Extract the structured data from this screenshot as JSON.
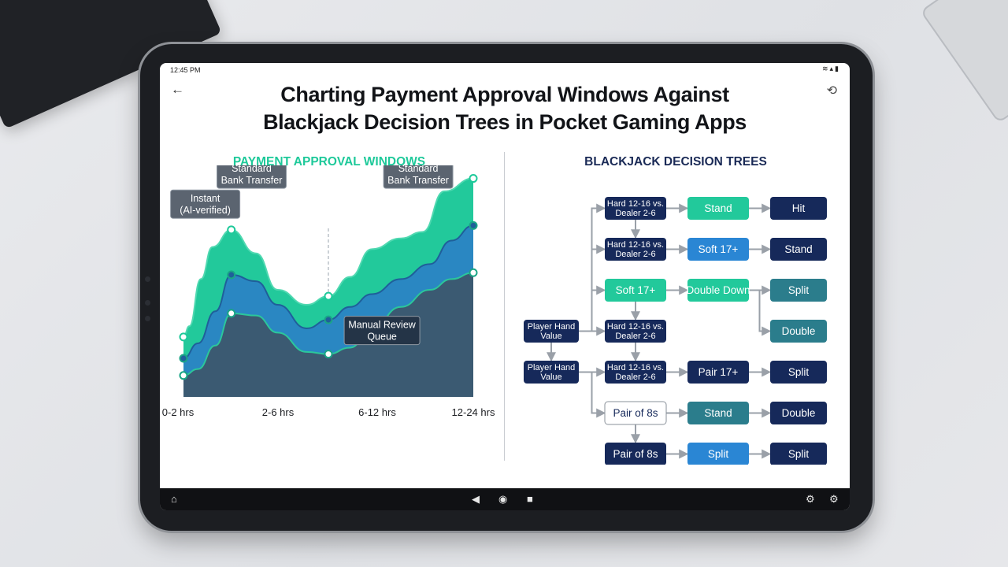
{
  "status_bar": {
    "time": "12:45 PM",
    "icons": [
      "wifi-icon",
      "signal-icon",
      "battery-icon"
    ]
  },
  "header": {
    "back_icon": "arrow-left-icon",
    "share_icon": "share-icon",
    "title_line1": "Charting Payment Approval Windows Against",
    "title_line2": "Blackjack Decision Trees in Pocket Gaming Apps"
  },
  "payment_section": {
    "title": "PAYMENT APPROVAL WINDOWS"
  },
  "blackjack_section": {
    "title": "BLACKJACK DECISION TREES"
  },
  "chart_data": {
    "type": "area",
    "title": "PAYMENT APPROVAL WINDOWS",
    "categories": [
      "0-2 hrs",
      "2-6 hrs",
      "6-12 hrs",
      "12-24 hrs"
    ],
    "x_positions": [
      0,
      1,
      2,
      3
    ],
    "series": [
      {
        "color": "#22c99b",
        "points": [
          [
            0,
            0.28
          ],
          [
            0.04,
            0.33
          ],
          [
            0.12,
            0.55
          ],
          [
            0.2,
            0.7
          ],
          [
            0.33,
            0.78
          ],
          [
            0.5,
            0.67
          ],
          [
            0.65,
            0.5
          ],
          [
            0.85,
            0.43
          ],
          [
            1.0,
            0.47
          ],
          [
            1.15,
            0.56
          ],
          [
            1.3,
            0.69
          ],
          [
            1.5,
            0.74
          ],
          [
            1.65,
            0.77
          ],
          [
            1.8,
            0.96
          ],
          [
            2.0,
            1.02
          ]
        ],
        "markers": [
          [
            0,
            0.28
          ],
          [
            0.33,
            0.78
          ],
          [
            1.0,
            0.47
          ],
          [
            2.0,
            1.02
          ]
        ]
      },
      {
        "color": "#2a87c2",
        "points": [
          [
            0,
            0.18
          ],
          [
            0.1,
            0.25
          ],
          [
            0.22,
            0.4
          ],
          [
            0.33,
            0.57
          ],
          [
            0.5,
            0.54
          ],
          [
            0.65,
            0.43
          ],
          [
            0.85,
            0.32
          ],
          [
            1.0,
            0.36
          ],
          [
            1.15,
            0.42
          ],
          [
            1.3,
            0.48
          ],
          [
            1.5,
            0.55
          ],
          [
            1.7,
            0.62
          ],
          [
            1.85,
            0.73
          ],
          [
            2.0,
            0.8
          ]
        ],
        "markers": [
          [
            0,
            0.18
          ],
          [
            0.33,
            0.57
          ],
          [
            1.0,
            0.36
          ],
          [
            2.0,
            0.8
          ]
        ]
      },
      {
        "color": "#3b5a72",
        "points": [
          [
            0,
            0.1
          ],
          [
            0.1,
            0.13
          ],
          [
            0.22,
            0.24
          ],
          [
            0.33,
            0.39
          ],
          [
            0.5,
            0.38
          ],
          [
            0.65,
            0.3
          ],
          [
            0.85,
            0.21
          ],
          [
            1.0,
            0.2
          ],
          [
            1.15,
            0.23
          ],
          [
            1.3,
            0.32
          ],
          [
            1.5,
            0.42
          ],
          [
            1.7,
            0.5
          ],
          [
            1.85,
            0.55
          ],
          [
            2.0,
            0.58
          ]
        ],
        "markers": [
          [
            0,
            0.1
          ],
          [
            0.33,
            0.39
          ],
          [
            1.0,
            0.2
          ],
          [
            2.0,
            0.58
          ]
        ]
      }
    ],
    "annotations": [
      {
        "lines": [
          "Instant",
          "(AI-verified)"
        ],
        "x": 0.15,
        "y": 0.9,
        "style": "gray"
      },
      {
        "lines": [
          "Standard",
          "Bank Transfer"
        ],
        "x": 0.47,
        "y": 1.04,
        "style": "gray"
      },
      {
        "lines": [
          "Standard",
          "Bank Transfer"
        ],
        "x": 1.62,
        "y": 1.04,
        "style": "gray"
      },
      {
        "lines": [
          "Manual Review",
          "Queue"
        ],
        "x": 1.37,
        "y": 0.31,
        "style": "dark"
      }
    ],
    "xlabel": "",
    "ylabel": "",
    "grid": false
  },
  "decision_tree": {
    "nodes": [
      {
        "id": "r1c1",
        "text": [
          "Hard 12-16 vs.",
          "Dealer 2-6"
        ],
        "color": "navy",
        "col": 1,
        "row": 0
      },
      {
        "id": "r1c2",
        "text": [
          "Stand"
        ],
        "color": "green",
        "col": 2,
        "row": 0
      },
      {
        "id": "r1c3",
        "text": [
          "Hit"
        ],
        "color": "navy",
        "col": 3,
        "row": 0
      },
      {
        "id": "r2c1",
        "text": [
          "Hard 12-16 vs.",
          "Dealer 2-6"
        ],
        "color": "navy",
        "col": 1,
        "row": 1
      },
      {
        "id": "r2c2",
        "text": [
          "Soft 17+"
        ],
        "color": "blue",
        "col": 2,
        "row": 1
      },
      {
        "id": "r2c3",
        "text": [
          "Stand"
        ],
        "color": "navy",
        "col": 3,
        "row": 1
      },
      {
        "id": "r3c1",
        "text": [
          "Soft 17+"
        ],
        "color": "green",
        "col": 1,
        "row": 2
      },
      {
        "id": "r3c2",
        "text": [
          "Double Down"
        ],
        "color": "green",
        "col": 2,
        "row": 2
      },
      {
        "id": "r3c3",
        "text": [
          "Split"
        ],
        "color": "teal",
        "col": 3,
        "row": 2
      },
      {
        "id": "r4c0",
        "text": [
          "Player Hand",
          "Value"
        ],
        "color": "navy",
        "col": 0,
        "row": 3
      },
      {
        "id": "r4c1",
        "text": [
          "Hard 12-16 vs.",
          "Dealer 2-6"
        ],
        "color": "navy",
        "col": 1,
        "row": 3
      },
      {
        "id": "r4c3",
        "text": [
          "Double"
        ],
        "color": "teal",
        "col": 3,
        "row": 3
      },
      {
        "id": "r5c0",
        "text": [
          "Player Hand",
          "Value"
        ],
        "color": "navy",
        "col": 0,
        "row": 4
      },
      {
        "id": "r5c1",
        "text": [
          "Hard 12-16 vs.",
          "Dealer 2-6"
        ],
        "color": "navy",
        "col": 1,
        "row": 4
      },
      {
        "id": "r5c2",
        "text": [
          "Pair 17+"
        ],
        "color": "navy",
        "col": 2,
        "row": 4
      },
      {
        "id": "r5c3",
        "text": [
          "Split"
        ],
        "color": "navy",
        "col": 3,
        "row": 4
      },
      {
        "id": "r6c1",
        "text": [
          "Pair of 8s"
        ],
        "color": "white",
        "col": 1,
        "row": 5
      },
      {
        "id": "r6c2",
        "text": [
          "Stand"
        ],
        "color": "teal",
        "col": 2,
        "row": 5
      },
      {
        "id": "r6c3",
        "text": [
          "Double"
        ],
        "color": "navy",
        "col": 3,
        "row": 5
      },
      {
        "id": "r7c1",
        "text": [
          "Pair of 8s"
        ],
        "color": "navy",
        "col": 1,
        "row": 6
      },
      {
        "id": "r7c2",
        "text": [
          "Split"
        ],
        "color": "blue",
        "col": 2,
        "row": 6
      },
      {
        "id": "r7c3",
        "text": [
          "Split"
        ],
        "color": "navy",
        "col": 3,
        "row": 6
      }
    ],
    "edges": [
      [
        "r1c1",
        "r1c2"
      ],
      [
        "r1c2",
        "r1c3"
      ],
      [
        "r2c1",
        "r2c2"
      ],
      [
        "r2c2",
        "r2c3"
      ],
      [
        "r3c1",
        "r3c2"
      ],
      [
        "r3c2",
        "r3c3"
      ],
      [
        "r3c2",
        "r4c3"
      ],
      [
        "r4c0",
        "r5c0"
      ],
      [
        "r5c1",
        "r5c2"
      ],
      [
        "r5c2",
        "r5c3"
      ],
      [
        "r6c1",
        "r6c2"
      ],
      [
        "r6c2",
        "r6c3"
      ],
      [
        "r7c1",
        "r7c2"
      ],
      [
        "r7c2",
        "r7c3"
      ],
      [
        "r1c1",
        "r2c1"
      ],
      [
        "r3c1",
        "r4c1"
      ],
      [
        "r4c1",
        "r5c1"
      ],
      [
        "r6c1",
        "r7c1"
      ],
      [
        "r4c0",
        "r1c1"
      ],
      [
        "r4c0",
        "r2c1"
      ],
      [
        "r4c0",
        "r3c1"
      ],
      [
        "r4c0",
        "r4c1"
      ],
      [
        "r5c0",
        "r5c1"
      ],
      [
        "r5c0",
        "r6c1"
      ]
    ],
    "colors": {
      "navy": "#16295a",
      "green": "#22c99b",
      "blue": "#2a86d4",
      "teal": "#2b7d8c",
      "white": "#ffffff"
    }
  },
  "nav_bar": {
    "home_icon": "home-icon",
    "back_icon": "back-triangle-icon",
    "recents_icon": "circle-home-icon",
    "overview_icon": "square-overview-icon",
    "settings_icon": "gear-icon"
  }
}
